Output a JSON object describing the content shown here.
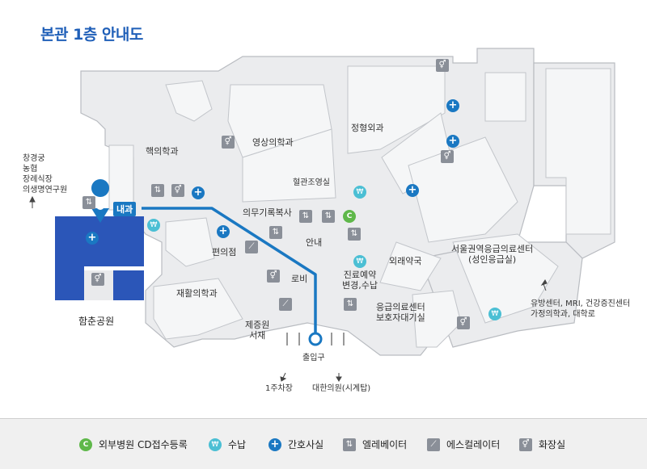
{
  "title": "본관 1층 안내도",
  "labels": {
    "nuclear_medicine": "핵의학과",
    "radiology": "영상의학과",
    "orthopedics": "정형외과",
    "angiography": "혈관조영실",
    "records_copy": "의무기록복사",
    "info": "안내",
    "convenience": "편의점",
    "lobby": "로비",
    "rehab": "재활의학과",
    "certificates": "제증원\n서재",
    "reservation": "진료예약\n변경,수납",
    "outpatient_pharmacy": "외래약국",
    "emergency_center": "서울권역응급의료센터\n(성인응급실)",
    "er_waiting": "응급의료센터\n보호자대기실",
    "park": "함춘공원",
    "entrance": "출입구",
    "parking": "1주차장",
    "clock_tower": "대한의원(시계탑)",
    "north_west": "창경궁\n농협\n장례식장\n의생명연구원",
    "north_east": "유방센터, MRI, 건강증진센터\n가정의학과, 대학로",
    "you_are_here": "내과"
  },
  "legend": [
    {
      "icon": "c-icon",
      "label": "외부병원 CD접수등록"
    },
    {
      "icon": "won-icon",
      "label": "수납"
    },
    {
      "icon": "plus-icon",
      "label": "간호사실"
    },
    {
      "icon": "elevator-icon",
      "label": "엘레베이터"
    },
    {
      "icon": "escalator-icon",
      "label": "에스컬레이터"
    },
    {
      "icon": "restroom-icon",
      "label": "화장실"
    }
  ],
  "colors": {
    "title": "#1f5fb8",
    "route": "#1a78c2",
    "highlight_block": "#2b56b8",
    "building": "#e9eaec",
    "wall": "#b9bcc1"
  }
}
